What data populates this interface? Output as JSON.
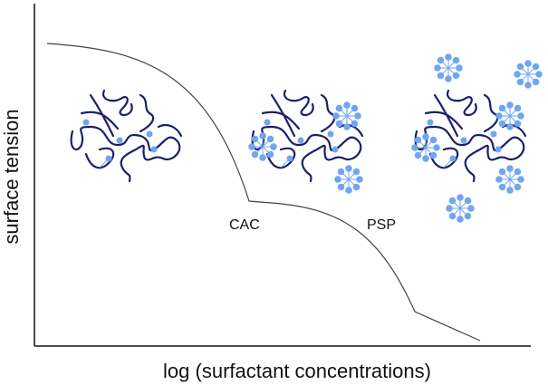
{
  "axes": {
    "ylabel": "surface tension",
    "xlabel": "log (surfactant concentrations)"
  },
  "annotations": {
    "cac": "CAC",
    "psp": "PSP"
  },
  "colors": {
    "polymer": "#1c1f6b",
    "surfactant": "#6fa6f2",
    "curve": "#444444"
  }
}
